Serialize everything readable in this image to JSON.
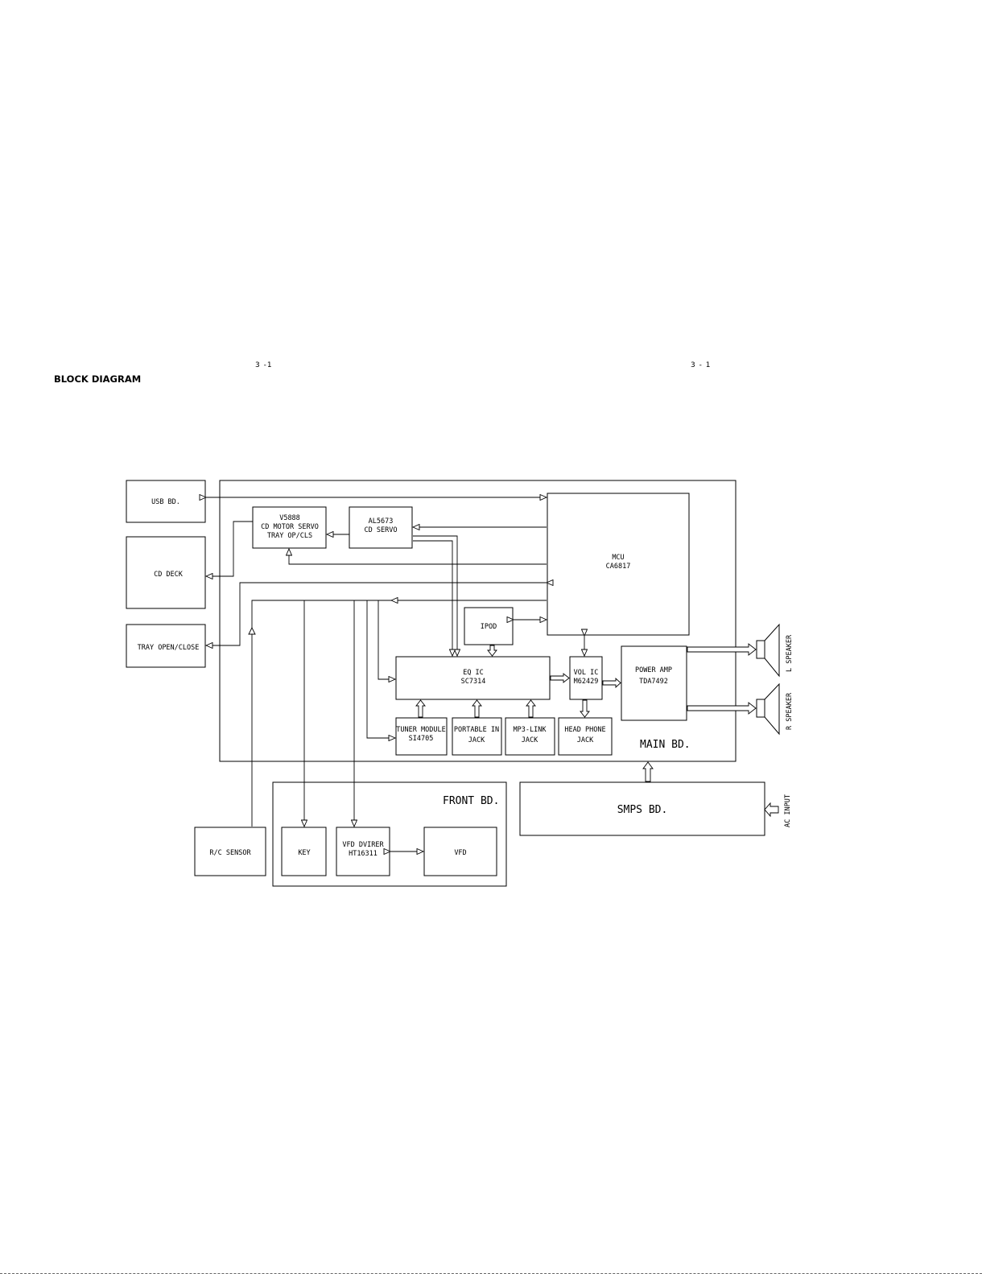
{
  "page_numbers": [
    "3 -1",
    "3 - 1"
  ],
  "heading": "BLOCK DIAGRAM",
  "blocks": {
    "usb_bd": [
      "USB BD."
    ],
    "cd_deck": [
      "CD DECK"
    ],
    "tray_open_close": [
      "TRAY OPEN/CLOSE"
    ],
    "v5888": [
      "V5888",
      "CD MOTOR SERVO",
      "TRAY OP/CLS"
    ],
    "al5673": [
      "AL5673",
      "CD SERVO"
    ],
    "mcu": [
      "MCU",
      "CA6817"
    ],
    "ipod": [
      "IPOD"
    ],
    "eq_ic": [
      "EQ IC",
      "SC7314"
    ],
    "vol_ic": [
      "VOL IC",
      "M62429"
    ],
    "power_amp": [
      "POWER AMP",
      "TDA7492"
    ],
    "tuner_module": [
      "TUNER MODULE",
      "SI4705"
    ],
    "portable_in": [
      "PORTABLE IN",
      "JACK"
    ],
    "mp3_link": [
      "MP3-LINK",
      "JACK"
    ],
    "head_phone": [
      "HEAD PHONE",
      "JACK"
    ],
    "rc_sensor": [
      "R/C SENSOR"
    ],
    "key": [
      "KEY"
    ],
    "vfd_driver": [
      "VFD DVIRER",
      "HT16311"
    ],
    "vfd": [
      "VFD"
    ],
    "smps_bd": [
      "SMPS BD."
    ]
  },
  "boards": {
    "main": "MAIN BD.",
    "front": "FRONT BD."
  },
  "speakers": {
    "left": "L SPEAKER",
    "right": "R SPEAKER"
  },
  "ac_input": "AC INPUT"
}
